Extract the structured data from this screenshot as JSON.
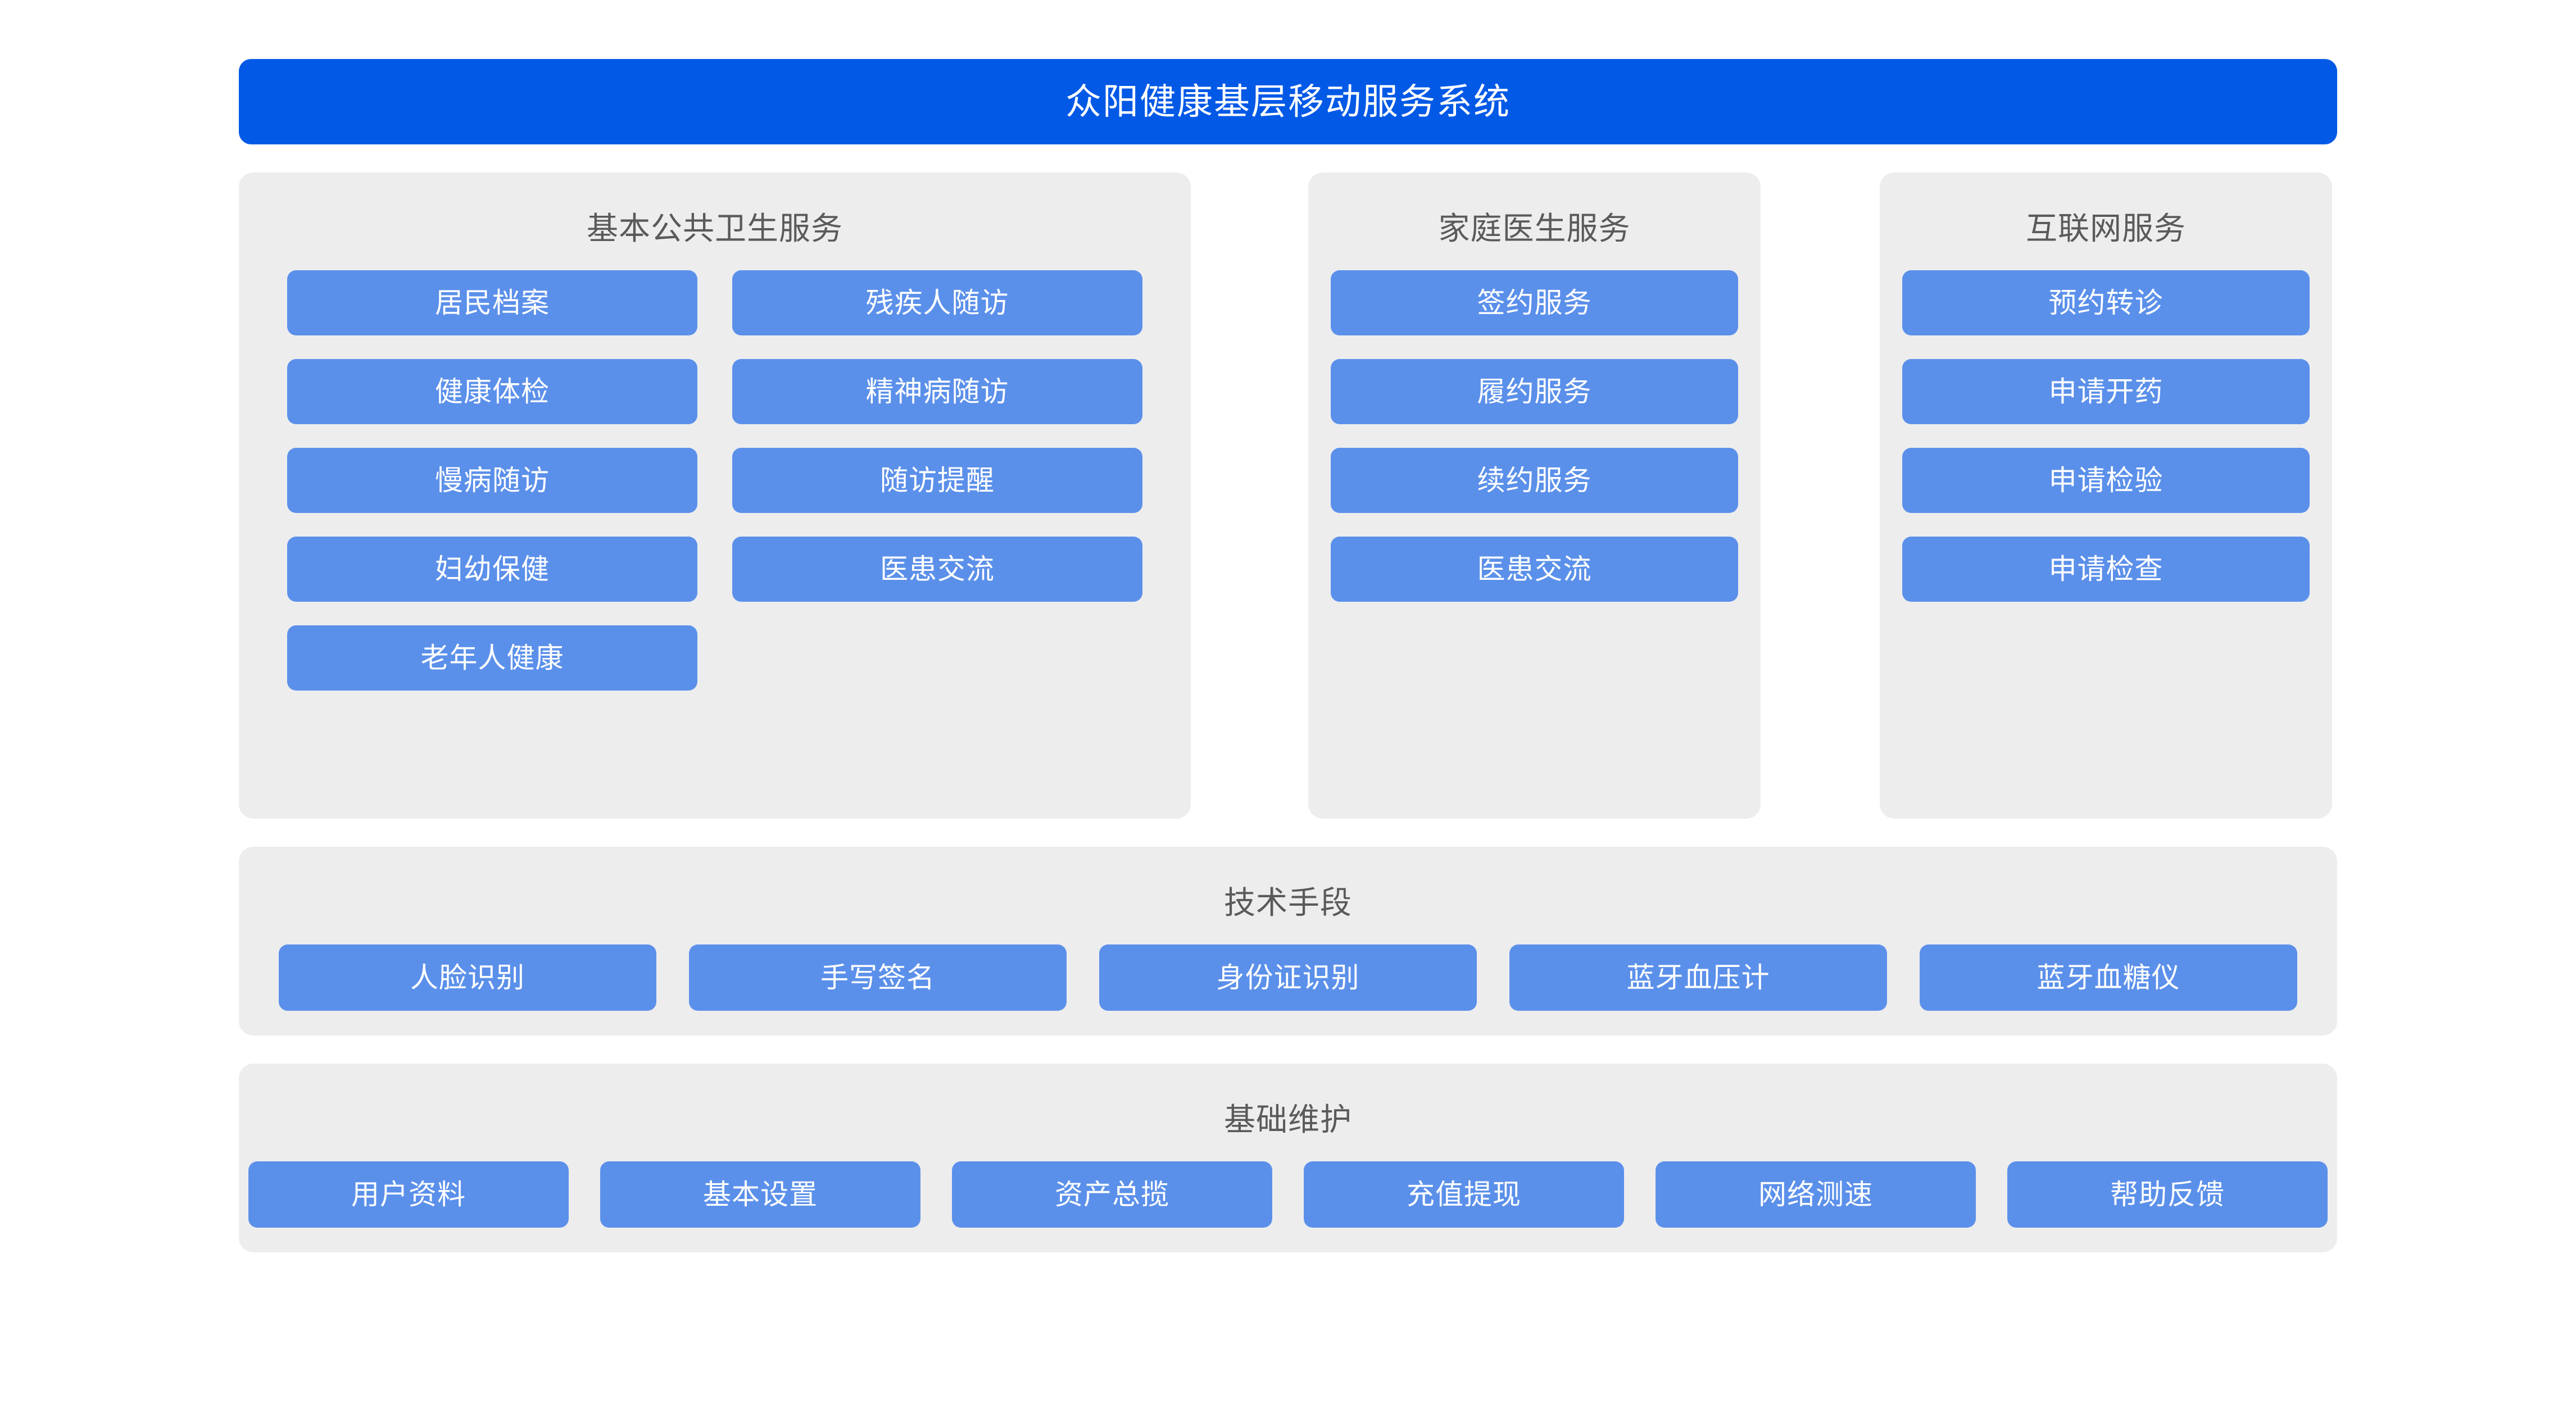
{
  "header": {
    "title": "众阳健康基层移动服务系统",
    "background_color": "#0259e6",
    "text_color": "#ffffff"
  },
  "theme": {
    "panel_background": "#ededee",
    "button_color": "#5b90ea",
    "button_text_color": "#ffffff",
    "title_color": "#5a5a5a",
    "page_background": "#ffffff"
  },
  "panels": [
    {
      "id": "basic-public-health",
      "title": "基本公共卫生服务",
      "layout": "two-column",
      "buttons": [
        "居民档案",
        "残疾人随访",
        "健康体检",
        "精神病随访",
        "慢病随访",
        "随访提醒",
        "妇幼保健",
        "医患交流",
        "老年人健康"
      ]
    },
    {
      "id": "family-doctor",
      "title": "家庭医生服务",
      "layout": "single-column",
      "buttons": [
        "签约服务",
        "履约服务",
        "续约服务",
        "医患交流"
      ]
    },
    {
      "id": "internet-service",
      "title": "互联网服务",
      "layout": "single-column",
      "buttons": [
        "预约转诊",
        "申请开药",
        "申请检验",
        "申请检查"
      ]
    }
  ],
  "sections": [
    {
      "id": "technical-means",
      "title": "技术手段",
      "buttons": [
        "人脸识别",
        "手写签名",
        "身份证识别",
        "蓝牙血压计",
        "蓝牙血糖仪"
      ]
    },
    {
      "id": "basic-maintenance",
      "title": "基础维护",
      "buttons": [
        "用户资料",
        "基本设置",
        "资产总揽",
        "充值提现",
        "网络测速",
        "帮助反馈"
      ]
    }
  ]
}
